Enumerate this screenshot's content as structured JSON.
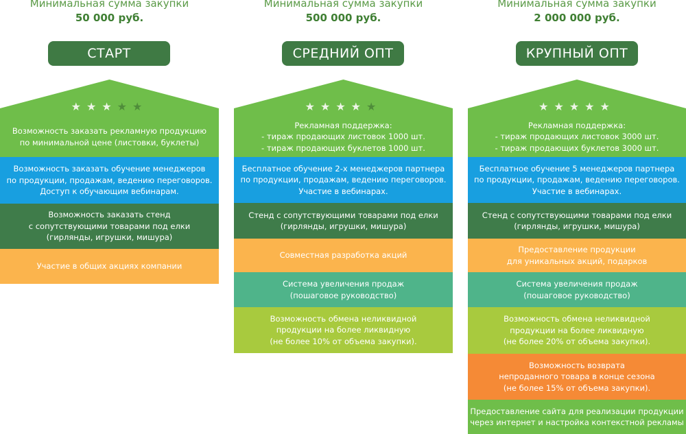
{
  "columns": [
    {
      "min_label": "Минимальная сумма закупки",
      "min_value": "50 000 руб.",
      "tier": "СТАРТ",
      "stars_active": 3,
      "blocks": [
        "Возможность заказать рекламную продукцию\nпо минимальной цене (листовки, буклеты)",
        "Возможность заказать обучение менеджеров\nпо продукции, продажам, ведению переговоров.\nДоступ к обучающим вебинарам.",
        "Возможность заказать стенд\nс сопутствующими товарами под елки\n(гирлянды, игрушки, мишура)",
        "Участие в общих акциях компании"
      ]
    },
    {
      "min_label": "Минимальная сумма закупки",
      "min_value": "500 000 руб.",
      "tier": "СРЕДНИЙ ОПТ",
      "stars_active": 4,
      "blocks": [
        "Рекламная поддержка:\n- тираж продающих листовок 1000 шт.\n- тираж продающих буклетов 1000 шт.",
        "Бесплатное обучение 2-х менеджеров партнера\nпо продукции, продажам, ведению переговоров.\nУчастие в вебинарах.",
        "Стенд с сопутствующими товарами под елки\n(гирлянды, игрушки, мишура)",
        "Совместная разработка акций",
        "Система увеличения продаж\n(пошаговое руководство)",
        "Возможность обмена неликвидной\nпродукции на более ликвидную\n(не более 10% от объема закупки)."
      ]
    },
    {
      "min_label": "Минимальная сумма закупки",
      "min_value": "2 000 000 руб.",
      "tier": "КРУПНЫЙ ОПТ",
      "stars_active": 5,
      "blocks": [
        "Рекламная поддержка:\n- тираж продающих листовок 3000 шт.\n- тираж продающих буклетов 3000 шт.",
        "Бесплатное обучение 5 менеджеров партнера\nпо продукции, продажам, ведению переговоров.\nУчастие в вебинарах.",
        "Стенд с сопутствующими товарами под елки\n(гирлянды, игрушки, мишура)",
        "Предоставление продукции\nдля уникальных акций, подарков",
        "Система увеличения продаж\n(пошаговое руководство)",
        "Возможность обмена неликвидной\nпродукции на более ликвидную\n(не более 20% от объема закупки).",
        "Возможность возврата\nнепроданного товара в конце сезона\n(не более 15% от объема закупки).",
        "Предоставление сайта для реализации продукции\nчерез интернет и настройка контекстной рекламы"
      ]
    }
  ],
  "colors": {
    "roof_green": "#6fbe4a",
    "pill": "#3f7a44",
    "blue": "#189fe0",
    "dark_green": "#3f7c4a",
    "yellow": "#fbb44d",
    "teal": "#4fb48a",
    "lime": "#a8ca3e",
    "orange": "#f58a36"
  }
}
